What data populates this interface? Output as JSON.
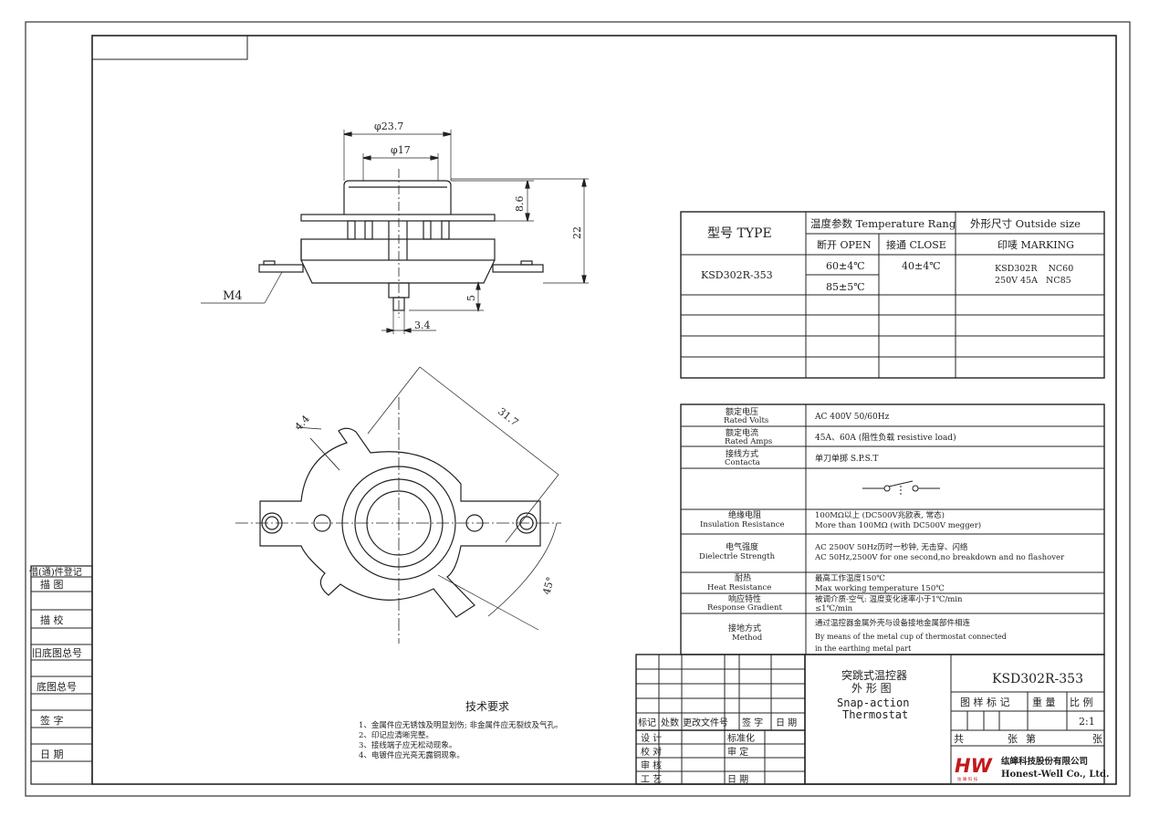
{
  "dims": {
    "d_outer": "φ23.7",
    "d_inner": "φ17",
    "h_cap": "8.6",
    "h_total": "22",
    "h_pin": "5",
    "w_pin": "3.4",
    "thread": "M4",
    "width_plan": "4.4",
    "span_plan": "31.7",
    "angle": "45°"
  },
  "spec_table": {
    "type_label": "型号    TYPE",
    "temp_header": "温度参数 Temperature Rang",
    "outside_header": "外形尺寸 Outside size",
    "open_header": "断开 OPEN",
    "close_header": "接通 CLOSE",
    "marking_header": "印唛 MARKING",
    "model": "KSD302R-353",
    "open_values": [
      "60±4℃",
      "85±5℃"
    ],
    "close_value": "40±4℃",
    "marking_line1": "KSD302R    NC60",
    "marking_line2": "250V 45A   NC85"
  },
  "rating_table": {
    "rows": [
      {
        "label_cn": "额定电压",
        "label_en": "Rated Volts",
        "value1": "AC 400V 50/60Hz",
        "value2": "",
        "value3": ""
      },
      {
        "label_cn": "额定电流",
        "label_en": "Rated Amps",
        "value1": "45A、60A (阻性负载 resistive load)",
        "value2": "",
        "value3": ""
      },
      {
        "label_cn": "接线方式",
        "label_en": "Contacta",
        "value1": "单刀单掷  S.P.S.T",
        "value2": "",
        "value3": ""
      },
      {
        "label_cn": "",
        "label_en": "",
        "value1": "",
        "value2": "",
        "value3": ""
      },
      {
        "label_cn": "绝缘电阻",
        "label_en": "Insulation Resistance",
        "value1": "100MΩ以上 (DC500V兆欧表, 常态)",
        "value2": "More than 100MΩ (with DC500V megger)",
        "value3": ""
      },
      {
        "label_cn": "电气强度",
        "label_en": "Dielectrle Strength",
        "value1": "AC 2500V 50Hz历时一秒钟, 无击穿、闪络",
        "value2": "AC 50Hz,2500V for one second,no breakdown and no flashover",
        "value3": ""
      },
      {
        "label_cn": "耐热",
        "label_en": "Heat Resistance",
        "value1": "最高工作温度150℃",
        "value2": "Max working temperature 150℃",
        "value3": ""
      },
      {
        "label_cn": "响应特性",
        "label_en": "Response Gradient",
        "value1": "被调介质-空气: 温度变化速率小于1℃/min",
        "value2": "≤1℃/min",
        "value3": ""
      },
      {
        "label_cn": "接地方式",
        "label_en": "Method",
        "value1": "通过温控器金属外壳与设备接地金属部件相连",
        "value2": "By means of the metal cup of thermostat connected",
        "value3": "in the earthing metal part"
      }
    ]
  },
  "title_block": {
    "name_cn_1": "突跳式温控器",
    "name_cn_2": "外 形 图",
    "name_en_1": "Snap-action",
    "name_en_2": "Thermostat",
    "model": "KSD302R-353",
    "h_tuyang": "图 样 标 记",
    "h_weight": "重  量",
    "h_scale": "比  例",
    "scale": "2:1",
    "sheet_total": "共",
    "sheet_unit": "张",
    "sheet_no": "第",
    "sheet_unit2": "张",
    "company_cn": "纮皞科技股份有限公司",
    "company_en": "Honest-Well Co., Ltd.",
    "logo_text": "HW",
    "logo_sub": "纮 皞 科 技"
  },
  "revision_block": {
    "headers": [
      "标记",
      "处数",
      "更改文件号",
      "签 字",
      "日 期"
    ],
    "design": "设  计",
    "check": "校  对",
    "review": "审  核",
    "craft": "工  艺",
    "standard": "标准化",
    "approve": "审  定",
    "date": "日  期"
  },
  "tech_req": {
    "title": "技术要求",
    "items": [
      "1、金属件应无锈蚀及明显划伤; 非金属件应无裂纹及气孔。",
      "2、印记应清晰完整。",
      "3、接线端子应无松动现象。",
      "4、电镀件应光亮无露铜现象。"
    ]
  },
  "left_strip": {
    "labels": [
      "借(通)件登记",
      "描  图",
      "描  校",
      "旧底图总号",
      "底图总号",
      "签  字",
      "日  期"
    ]
  }
}
